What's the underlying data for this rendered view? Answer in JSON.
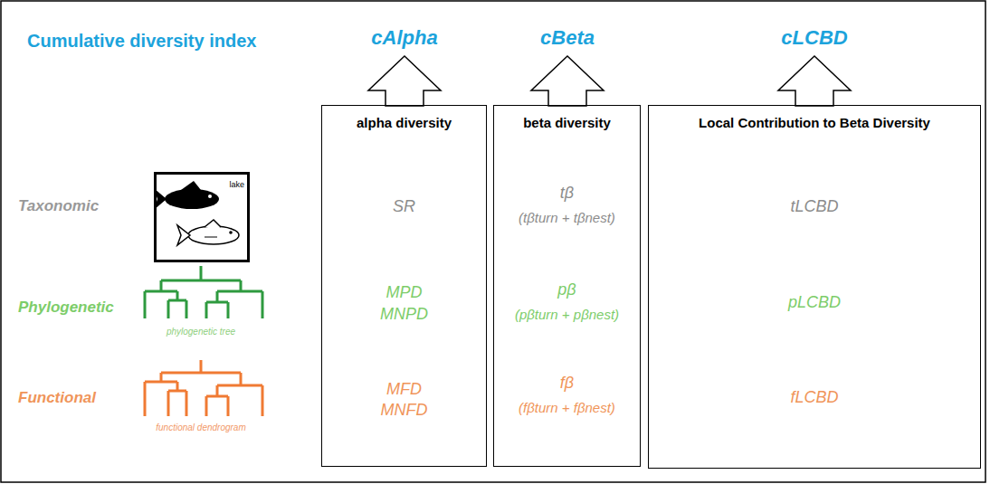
{
  "diagram": {
    "title": "Cumulative diversity index",
    "nodes": [
      {
        "text": [
          "alpha diversity",
          "SR",
          "MPD",
          "MNPD",
          "MFD",
          "MNFD"
        ]
      },
      {
        "text": [
          "beta diversity",
          "tβ",
          "(tβturn + tβnest)",
          "pβ",
          "(pβturn + pβnest)",
          "fβ",
          "(fβturn + fβnest)"
        ]
      },
      {
        "text": [
          "Local Contribution to Beta Diversity",
          "tLCBD",
          "pLCBD",
          "fLCBD"
        ]
      },
      {
        "text": [
          "lake"
        ]
      }
    ],
    "labels": [
      "cAlpha",
      "cBeta",
      "cLCBD",
      "Taxonomic",
      "Phylogenetic",
      "Functional",
      "phylogenetic tree",
      "functional dendrogram"
    ]
  }
}
